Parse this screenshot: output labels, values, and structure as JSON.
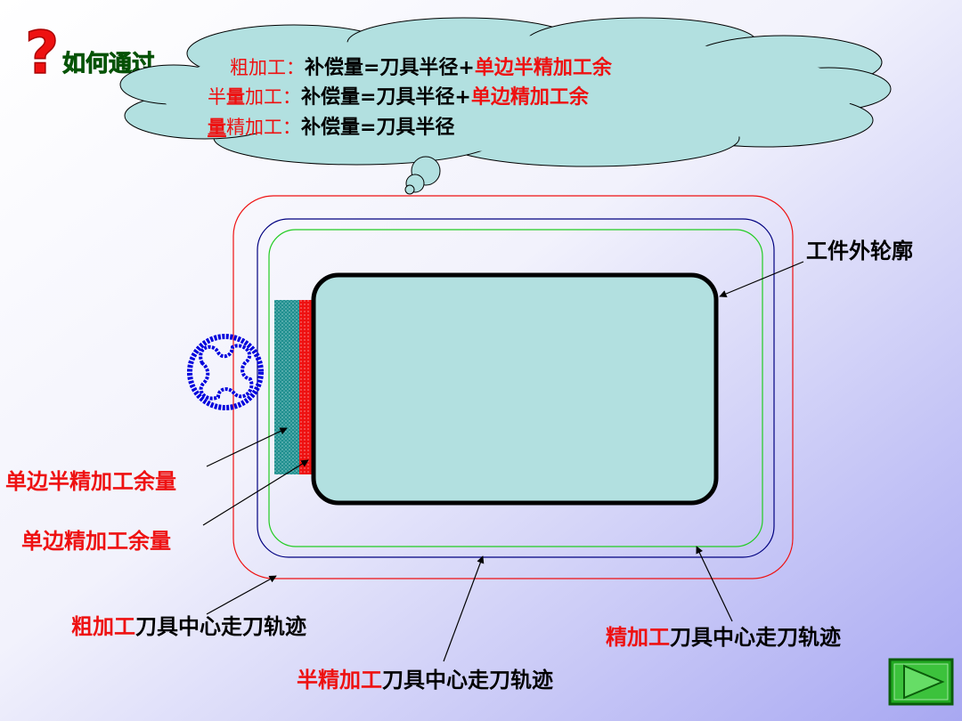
{
  "title": {
    "mark": "?",
    "text": "如何通过"
  },
  "thought_bubble": {
    "line1": {
      "prefix": "粗加工：",
      "formula": "补偿量=刀具半径+",
      "highlight": "单边半精加工余"
    },
    "line2": {
      "prefix_a": "半",
      "prefix_b": "量",
      "prefix_c": "加工：",
      "formula": "补偿量=刀具半径+",
      "highlight": "单边精加工余"
    },
    "line3": {
      "prefix_a": "量",
      "prefix_b": "精加工：",
      "formula": "补偿量=刀具半径"
    }
  },
  "labels": {
    "workpiece": "工件外轮廓",
    "semi_allowance": "单边半精加工余量",
    "finish_allowance": "单边精加工余量",
    "rough_path": {
      "red": "粗加工",
      "black": "刀具中心走刀轨迹"
    },
    "semi_path": {
      "red": "半精加工",
      "black": "刀具中心走刀轨迹"
    },
    "finish_path": {
      "red": "精加工",
      "black": "刀具中心走刀轨迹"
    }
  },
  "colors": {
    "red": "#ee1111",
    "navy": "#000080",
    "green": "#22cc22",
    "teal": "#1f8f8f",
    "cyan_fill": "#b2e0e0",
    "cutter": "#0000dd",
    "button": "#22aa22"
  },
  "icons": {
    "next": "play-arrow-icon"
  }
}
